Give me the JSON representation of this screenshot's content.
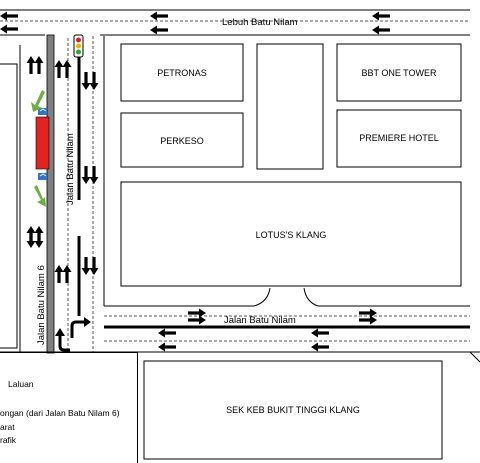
{
  "roads": {
    "lebuh_batu_nilam": "Lebuh Batu Nilam",
    "jalan_batu_nilam_main": "Jalan Batu Nilam",
    "jalan_batu_nilam_vertical": "Jalan Batu Nilam",
    "jalan_batu_nilam_6": "Jalan Batu Nilam 6"
  },
  "buildings": {
    "petronas": "PETRONAS",
    "bbt_one_tower": "BBT ONE TOWER",
    "perkeso": "PERKESO",
    "premiere_hotel": "PREMIERE HOTEL",
    "lotus_klang": "LOTUS'S KLANG",
    "sek_keb": "SEK KEB BUKIT TINGGI KLANG"
  },
  "legend": {
    "items": [
      "Laluan",
      "ongan (dari Jalan Batu Nilam 6)",
      "arat",
      "rafik"
    ]
  },
  "colors": {
    "road_line": "#000000",
    "road_dash": "#555555",
    "building_outline": "#000000",
    "median": "#808080",
    "closed_segment": "#e32222",
    "diversion_arrow": "#70ad47",
    "flag": "#2f75c8",
    "traffic_light_red": "#e02020",
    "traffic_light_amber": "#f0b400",
    "traffic_light_green": "#2eaa2e"
  }
}
